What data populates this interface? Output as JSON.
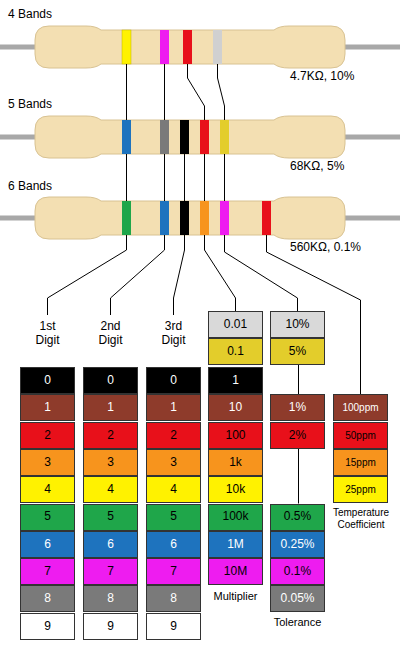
{
  "diagram": {
    "nodes": [
      {
        "text": [
          "0"
        ]
      },
      {
        "text": [
          "1"
        ]
      },
      {
        "text": [
          "2"
        ]
      },
      {
        "text": [
          "3"
        ]
      },
      {
        "text": [
          "4"
        ]
      },
      {
        "text": [
          "5"
        ]
      },
      {
        "text": [
          "6"
        ]
      },
      {
        "text": [
          "7"
        ]
      },
      {
        "text": [
          "8"
        ]
      },
      {
        "text": [
          "9"
        ]
      },
      {
        "text": [
          "0"
        ]
      },
      {
        "text": [
          "1"
        ]
      },
      {
        "text": [
          "2"
        ]
      },
      {
        "text": [
          "3"
        ]
      },
      {
        "text": [
          "4"
        ]
      },
      {
        "text": [
          "5"
        ]
      },
      {
        "text": [
          "6"
        ]
      },
      {
        "text": [
          "7"
        ]
      },
      {
        "text": [
          "8"
        ]
      },
      {
        "text": [
          "9"
        ]
      },
      {
        "text": [
          "0"
        ]
      },
      {
        "text": [
          "1"
        ]
      },
      {
        "text": [
          "2"
        ]
      },
      {
        "text": [
          "3"
        ]
      },
      {
        "text": [
          "4"
        ]
      },
      {
        "text": [
          "5"
        ]
      },
      {
        "text": [
          "6"
        ]
      },
      {
        "text": [
          "7"
        ]
      },
      {
        "text": [
          "8"
        ]
      },
      {
        "text": [
          "9"
        ]
      },
      {
        "text": [
          "0.01"
        ]
      },
      {
        "text": [
          "0.1"
        ]
      },
      {
        "text": [
          "1"
        ]
      },
      {
        "text": [
          "10"
        ]
      },
      {
        "text": [
          "100"
        ]
      },
      {
        "text": [
          "1k"
        ]
      },
      {
        "text": [
          "10k"
        ]
      },
      {
        "text": [
          "100k"
        ]
      },
      {
        "text": [
          "1M"
        ]
      },
      {
        "text": [
          "10M"
        ]
      },
      {
        "text": [
          "10%"
        ]
      },
      {
        "text": [
          "5%"
        ]
      },
      {
        "text": [
          "1%"
        ]
      },
      {
        "text": [
          "2%"
        ]
      },
      {
        "text": [
          "0.5%"
        ]
      },
      {
        "text": [
          "0.25%"
        ]
      },
      {
        "text": [
          "0.1%"
        ]
      },
      {
        "text": [
          "0.05%"
        ]
      },
      {
        "text": [
          "100ppm"
        ]
      },
      {
        "text": [
          "50ppm"
        ]
      },
      {
        "text": [
          "15ppm"
        ]
      },
      {
        "text": [
          "25ppm"
        ]
      }
    ],
    "edges": [
      {
        "from": 41,
        "to": 42,
        "arrow": "none"
      },
      {
        "from": 43,
        "to": 44,
        "arrow": "none"
      }
    ],
    "labels": [
      "4 Bands",
      "4.7KΩ, 10%",
      "5 Bands",
      "68KΩ, 5%",
      "6 Bands",
      "560KΩ, 0.1%",
      "1st Digit",
      "2nd Digit",
      "3rd Digit",
      "Multiplier",
      "Tolerance",
      "Temperature Coefficient"
    ]
  }
}
